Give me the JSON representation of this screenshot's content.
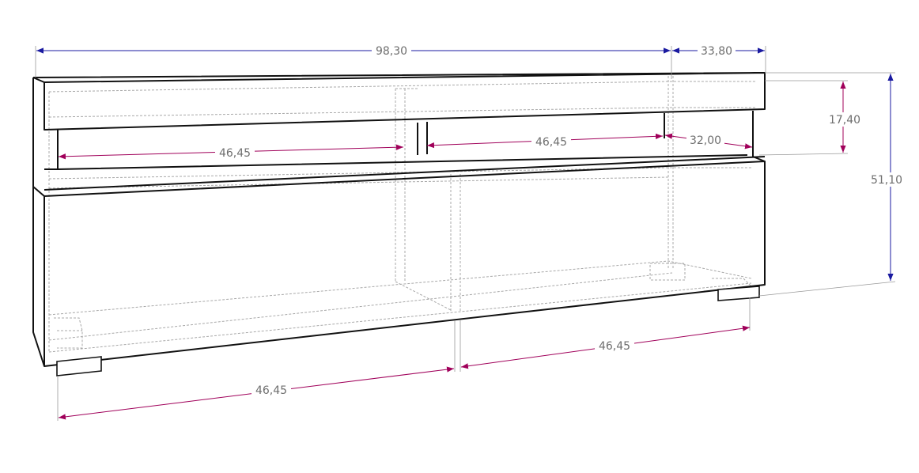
{
  "dimensions": {
    "total_width": "98,30",
    "depth": "33,80",
    "total_height": "51,10",
    "shelf_height": "17,40",
    "shelf_left_width": "46,45",
    "shelf_right_width": "46,45",
    "shelf_depth": "32,00",
    "bottom_left_width": "46,45",
    "bottom_right_width": "46,45"
  },
  "colors": {
    "dimension_magenta": "#a0005a",
    "dimension_blue": "#1a1aa0",
    "outline": "#111111",
    "hidden_line": "#a8a8a8"
  }
}
